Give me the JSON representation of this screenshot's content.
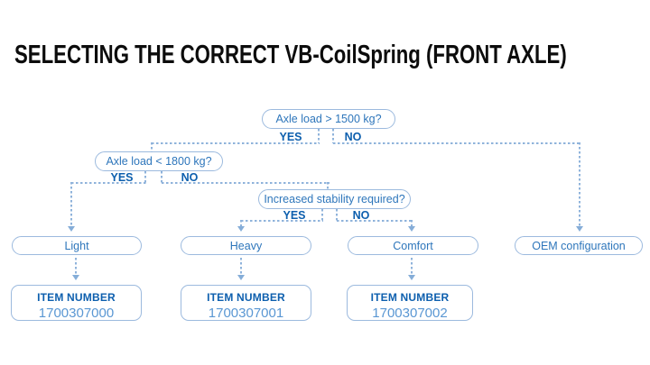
{
  "page": {
    "title": "SELECTING THE CORRECT VB-CoilSpring (FRONT AXLE)"
  },
  "colors": {
    "title": "#0c0c0c",
    "node_border": "#9cbade",
    "node_text": "#2e76bb",
    "branch_label": "#0d5fae",
    "item_number_value": "#5a97d3",
    "connector": "#8fb3db"
  },
  "flowchart": {
    "decisions": [
      {
        "question": "Axle load > 1500 kg?",
        "yes_label": "YES",
        "no_label": "NO"
      },
      {
        "question": "Axle load < 1800 kg?",
        "yes_label": "YES",
        "no_label": "NO"
      },
      {
        "question": "Increased stability required?",
        "yes_label": "YES",
        "no_label": "NO"
      }
    ],
    "outcomes": [
      {
        "label": "Light",
        "item_label": "ITEM NUMBER",
        "item_number": "1700307000"
      },
      {
        "label": "Heavy",
        "item_label": "ITEM NUMBER",
        "item_number": "1700307001"
      },
      {
        "label": "Comfort",
        "item_label": "ITEM NUMBER",
        "item_number": "1700307002"
      },
      {
        "label": "OEM configuration"
      }
    ]
  }
}
